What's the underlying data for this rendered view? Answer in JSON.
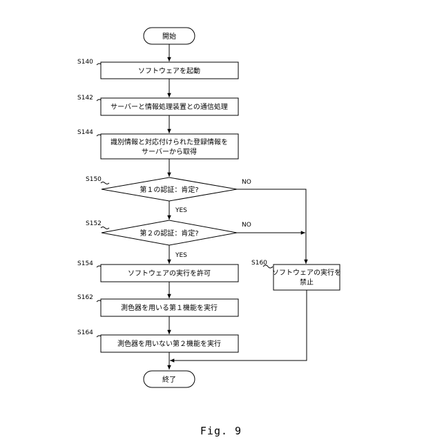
{
  "figure": {
    "caption": "Fig. 9",
    "start_label": "開始",
    "end_label": "終了",
    "steps": {
      "s140": {
        "id": "S140",
        "text": "ソフトウェアを起動"
      },
      "s142": {
        "id": "S142",
        "text": "サーバーと情報処理装置との通信処理"
      },
      "s144": {
        "id": "S144",
        "line1": "識別情報と対応付けられた登録情報を",
        "line2": "サーバーから取得"
      },
      "s150": {
        "id": "S150",
        "text": "第１の認証：肯定?"
      },
      "s152": {
        "id": "S152",
        "text": "第２の認証：肯定?"
      },
      "s154": {
        "id": "S154",
        "text": "ソフトウェアの実行を許可"
      },
      "s160": {
        "id": "S160",
        "line1": "ソフトウェアの実行を",
        "line2": "禁止"
      },
      "s162": {
        "id": "S162",
        "text": "測色器を用いる第１機能を実行"
      },
      "s164": {
        "id": "S164",
        "text": "測色器を用いない第２機能を実行"
      }
    },
    "branch_labels": {
      "s150_yes": "YES",
      "s150_no": "NO",
      "s152_yes": "YES",
      "s152_no": "NO"
    }
  }
}
